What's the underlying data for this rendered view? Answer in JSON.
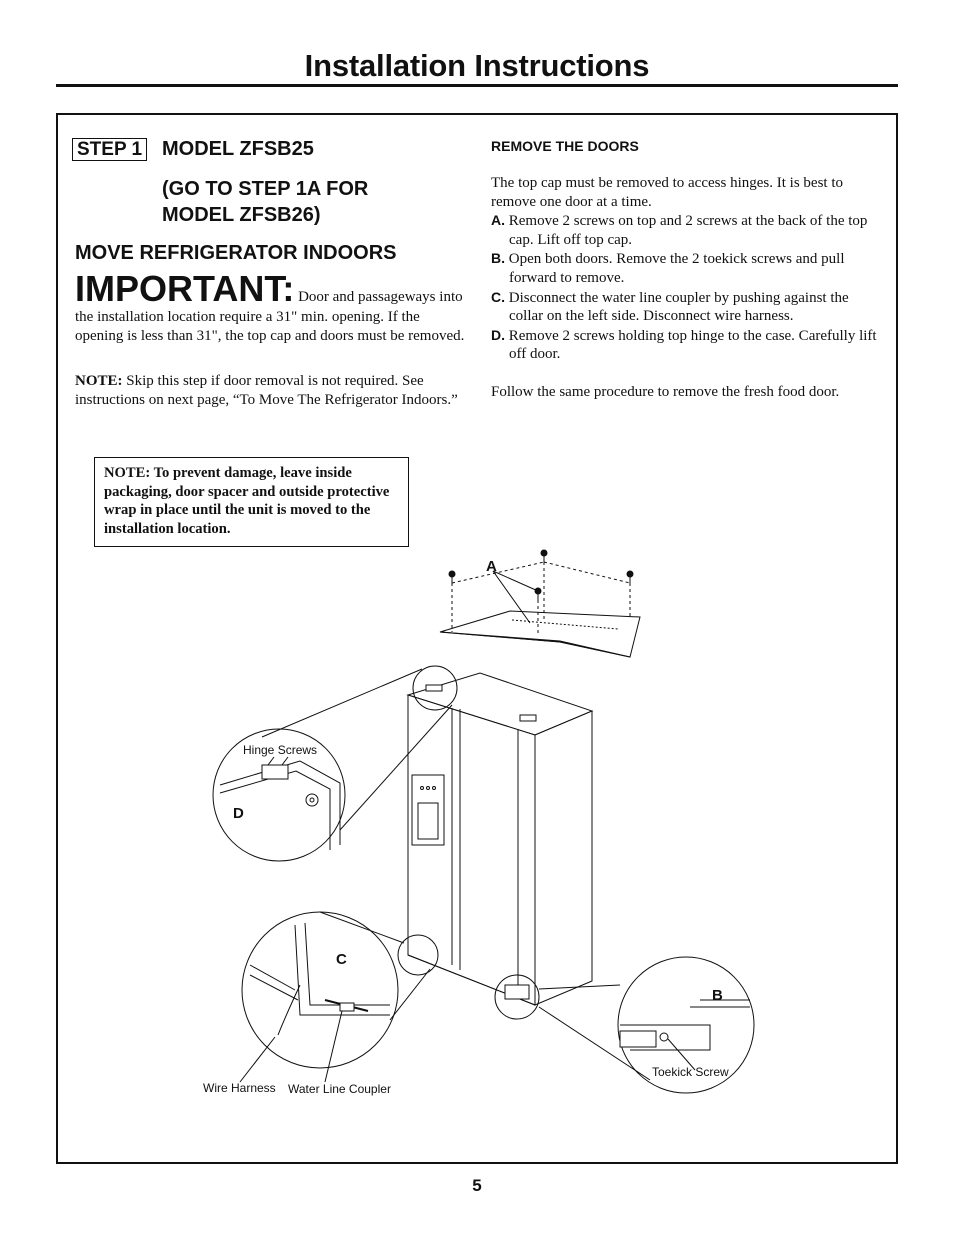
{
  "header": {
    "title": "Installation Instructions"
  },
  "step": {
    "badge": "STEP 1",
    "model": "MODEL ZFSB25",
    "goto_line1": "(GO TO STEP 1A FOR",
    "goto_line2": "MODEL ZFSB26)"
  },
  "move": {
    "heading": "MOVE REFRIGERATOR INDOORS",
    "important_word": "IMPORTANT:",
    "important_text": "Door and passageways into the installation location require a 31\" min. opening. If the opening is less than 31\", the top cap and doors must be removed.",
    "note_label": "NOTE:",
    "note_text": "Skip this step if door removal is not required. See instructions on next page, “To Move The Refrigerator Indoors.”"
  },
  "remove": {
    "heading": "REMOVE THE DOORS",
    "intro": "The top cap must be removed to access hinges. It is best to remove one door at a time.",
    "steps": [
      {
        "letter": "A.",
        "text": "Remove 2 screws on top and 2 screws at the back of the top cap. Lift off top cap."
      },
      {
        "letter": "B.",
        "text": "Open both doors. Remove the 2 toekick screws and pull forward to remove."
      },
      {
        "letter": "C.",
        "text": "Disconnect the water line coupler by pushing against the collar on the left side. Disconnect wire harness."
      },
      {
        "letter": "D.",
        "text": "Remove 2 screws holding top hinge to the case. Carefully lift off door."
      }
    ],
    "follow": "Follow the same procedure to remove the fresh food door."
  },
  "warning": {
    "text": "NOTE: To prevent damage, leave inside packaging, door spacer and outside protective wrap in place until the unit is moved to the installation location."
  },
  "diagram": {
    "label_a": "A",
    "label_b": "B",
    "label_c": "C",
    "label_d": "D",
    "hinge_screws": "Hinge Screws",
    "toekick_screw": "Toekick Screw",
    "wire_harness": "Wire Harness",
    "water_line_coupler": "Water Line Coupler"
  },
  "footer": {
    "page_number": "5"
  }
}
